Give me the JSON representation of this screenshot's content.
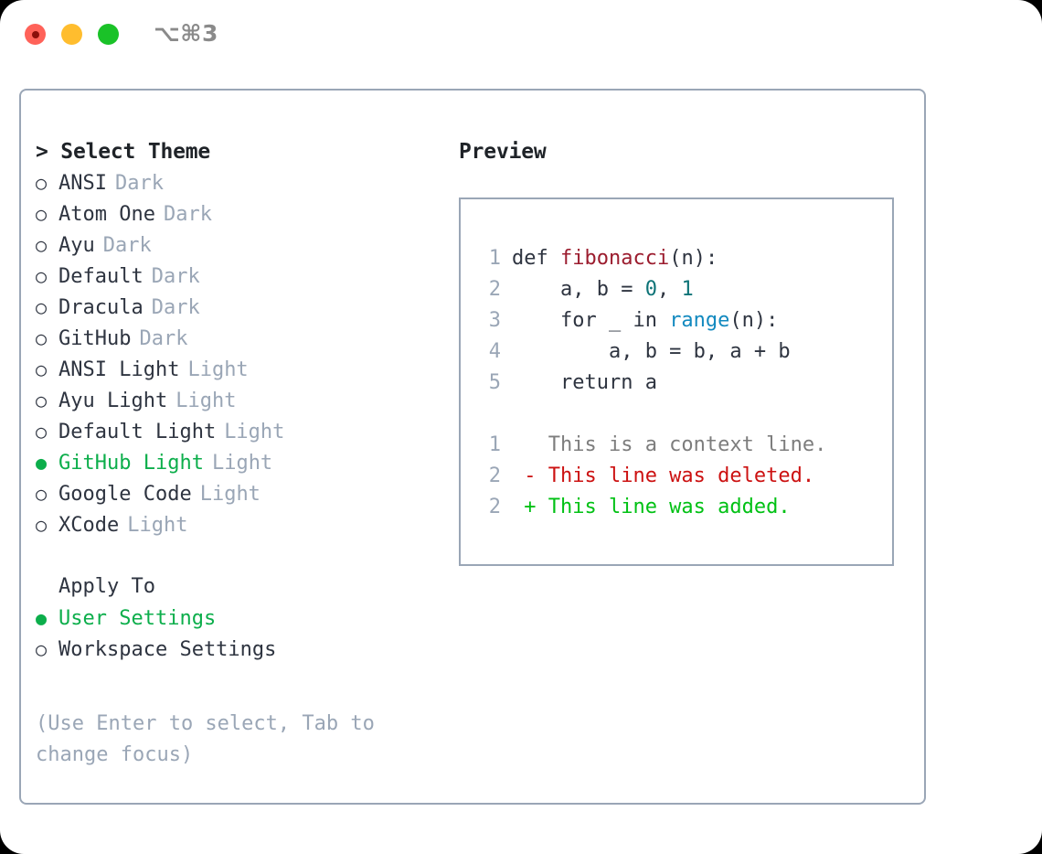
{
  "titlebar": {
    "shortcut": "⌥⌘3",
    "buttons": {
      "close": "close",
      "minimize": "minimize",
      "maximize": "maximize"
    }
  },
  "theme_list": {
    "header": "> Select Theme",
    "items": [
      {
        "marker": "○",
        "label": "ANSI",
        "badge": "Dark",
        "selected": false
      },
      {
        "marker": "○",
        "label": "Atom One",
        "badge": "Dark",
        "selected": false
      },
      {
        "marker": "○",
        "label": "Ayu",
        "badge": "Dark",
        "selected": false
      },
      {
        "marker": "○",
        "label": "Default",
        "badge": "Dark",
        "selected": false
      },
      {
        "marker": "○",
        "label": "Dracula",
        "badge": "Dark",
        "selected": false
      },
      {
        "marker": "○",
        "label": "GitHub",
        "badge": "Dark",
        "selected": false
      },
      {
        "marker": "○",
        "label": "ANSI Light",
        "badge": "Light",
        "selected": false
      },
      {
        "marker": "○",
        "label": "Ayu Light",
        "badge": "Light",
        "selected": false
      },
      {
        "marker": "○",
        "label": "Default Light",
        "badge": "Light",
        "selected": false
      },
      {
        "marker": "●",
        "label": "GitHub Light",
        "badge": "Light",
        "selected": true
      },
      {
        "marker": "○",
        "label": "Google Code",
        "badge": "Light",
        "selected": false
      },
      {
        "marker": "○",
        "label": "XCode",
        "badge": "Light",
        "selected": false
      }
    ]
  },
  "apply_to": {
    "title": "Apply To",
    "items": [
      {
        "marker": "●",
        "label": "User Settings",
        "selected": true
      },
      {
        "marker": "○",
        "label": "Workspace Settings",
        "selected": false
      }
    ]
  },
  "hint": "(Use Enter to select, Tab to change focus)",
  "preview": {
    "title": "Preview",
    "code_lines": [
      {
        "no": "1",
        "tokens": [
          {
            "t": "def ",
            "c": "tok-def"
          },
          {
            "t": "fibonacci",
            "c": "tok-fn"
          },
          {
            "t": "(n):",
            "c": "tok-plain"
          }
        ]
      },
      {
        "no": "2",
        "tokens": [
          {
            "t": "    a, b = ",
            "c": "tok-plain"
          },
          {
            "t": "0",
            "c": "tok-num"
          },
          {
            "t": ", ",
            "c": "tok-plain"
          },
          {
            "t": "1",
            "c": "tok-num"
          }
        ]
      },
      {
        "no": "3",
        "tokens": [
          {
            "t": "    for _ in ",
            "c": "tok-plain"
          },
          {
            "t": "range",
            "c": "tok-call"
          },
          {
            "t": "(n):",
            "c": "tok-plain"
          }
        ]
      },
      {
        "no": "4",
        "tokens": [
          {
            "t": "        a, b = b, a + b",
            "c": "tok-plain"
          }
        ]
      },
      {
        "no": "5",
        "tokens": [
          {
            "t": "    return a",
            "c": "tok-plain"
          }
        ]
      }
    ],
    "diff_lines": [
      {
        "no": "1",
        "text": "   This is a context line.",
        "kind": "diff-context"
      },
      {
        "no": "2",
        "text": " - This line was deleted.",
        "kind": "diff-del"
      },
      {
        "no": "2",
        "text": " + This line was added.",
        "kind": "diff-add"
      }
    ]
  },
  "colors": {
    "selected_green": "#0cae4b",
    "badge_grey": "#9aa6b6",
    "text": "#2e3440",
    "function_red": "#9b1c2e",
    "number_teal": "#0d7377",
    "call_blue": "#1289bf",
    "diff_add": "#00c114",
    "diff_del": "#cc1111",
    "border": "#9aa6b6"
  }
}
